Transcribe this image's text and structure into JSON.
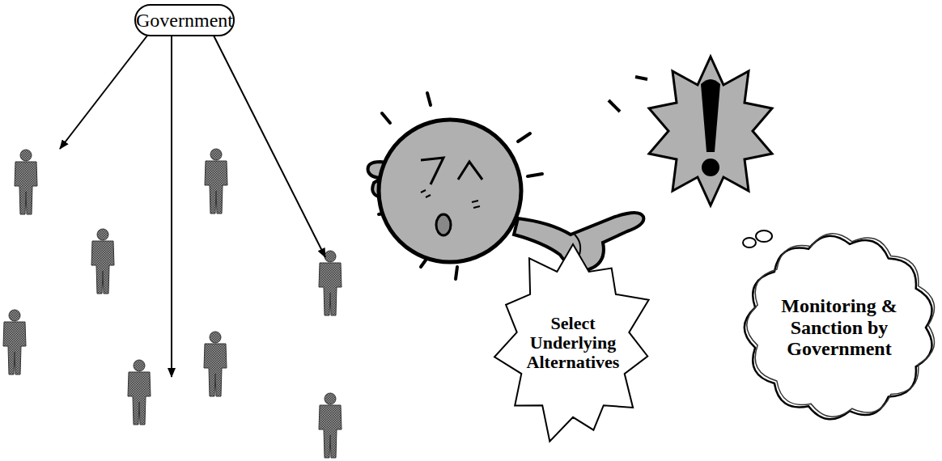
{
  "diagram": {
    "nodes": [
      {
        "text": [
          "Government"
        ]
      },
      {
        "text": [
          "Select Underlying Alternatives"
        ]
      },
      {
        "text": [
          "Monitoring & Sanction by Government"
        ]
      }
    ]
  }
}
